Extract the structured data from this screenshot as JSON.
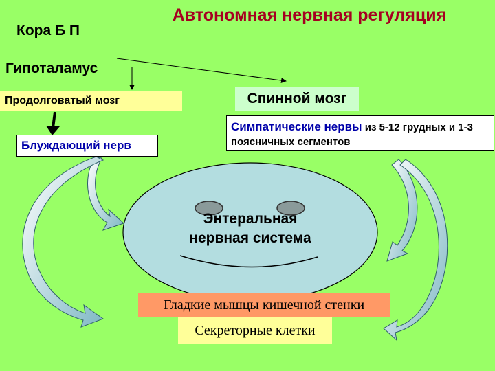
{
  "title": "Автономная нервная регуляция",
  "nodes": {
    "cortex": "Кора Б П",
    "hypothalamus": "Гипоталамус",
    "medulla": "Продолговатый мозг",
    "spinal_cord": "Спинной мозг",
    "vagus": "Блуждающий нерв",
    "sympathetic_lead": "Симпатические нервы",
    "sympathetic_rest": " из 5-12 грудных и 1-3 поясничных сегментов",
    "ens": "Энтеральная нервная система",
    "smooth_muscle": "Гладкие мышцы кишечной стенки",
    "secretory": "Секреторные клетки"
  },
  "colors": {
    "background": "#99ff66",
    "title": "#a50021",
    "ellipse": "#b3dde0",
    "blue_text": "#0000aa",
    "yellow_box": "#ffff99",
    "spinal_box": "#ccffcc",
    "smooth_box": "#ff9966"
  }
}
